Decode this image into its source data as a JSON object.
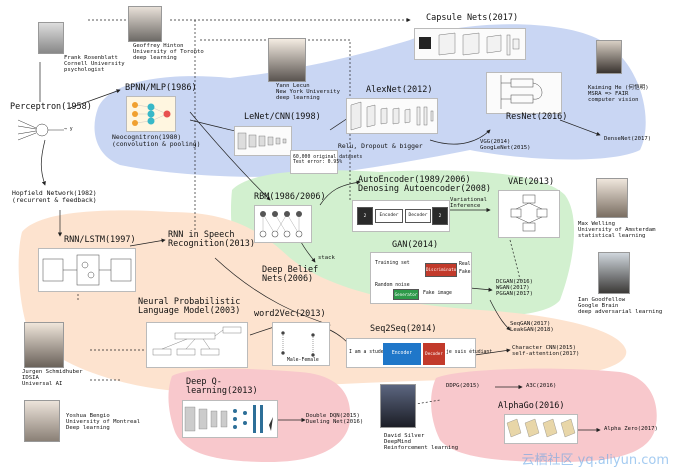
{
  "colors": {
    "blue_region": "#c9d6f3",
    "green_region": "#d2f0cf",
    "orange_region": "#fde3cf",
    "pink_region": "#f8c8cc",
    "encoder": "#1f77c9",
    "decoder": "#c23a2b"
  },
  "people": {
    "rosenblatt": "Frank Rosenblatt\nCornell University\npsychologist",
    "hinton": "Geoffrey Hinton\nUniversity of Toronto\ndeep learning",
    "lecun": "Yann Lecun\nNew York University\ndeep learning",
    "kaiming": "Kaiming He (何恺明)\nMSRA => FAIR\ncomputer vision",
    "welling": "Max Welling\nUniversity of Amsterdam\nstatistical learning",
    "goodfellow": "Ian Goodfellow\nGoogle Brain\ndeep adversarial learning",
    "schmidhuber": "Jurgen Schmidhuber\nIDSIA\nUniversal AI",
    "bengio": "Yoshua Bengio\nUniversity of Montreal\nDeep learning",
    "silver": "David Silver\nDeepMind\nReinforcement learning"
  },
  "nodes": {
    "perceptron": "Perceptron(1958)",
    "bpnn": "BPNN/MLP(1986)",
    "neocognitron": "Neocognitron(1980)\n(convolution & pooling)",
    "hopfield": "Hopfield Network(1982)\n(recurrent & feedback)",
    "lenet": "LeNet/CNN(1998)",
    "alexnet": "AlexNet(2012)",
    "relu_dropout": "Relu, Dropout & bigger",
    "capsule": "Capsule Nets(2017)",
    "resnet": "ResNet(2016)",
    "vgg": "VGG(2014)\nGoogLeNet(2015)",
    "densenet": "DenseNet(2017)",
    "rbm": "RBM(1986/2006)",
    "stack": "stack",
    "dbn": "Deep Belief\nNets(2006)",
    "autoencoder": "AutoEncoder(1989/2006)\nDenosing Autoencoder(2008)",
    "variational": "Variational\nInference",
    "vae": "VAE(2013)",
    "gan": "GAN(2014)",
    "gan_variants": "DCGAN(2016)\nWGAN(2017)\nPGGAN(2017)",
    "seqgan": "SeqGAN(2017)\nLeakGAN(2018)",
    "rnn_lstm": "RNN/LSTM(1997)",
    "rnn_speech": "RNN in Speech\nRecognition(2013)",
    "nplm": "Neural Probabilistic\nLanguage Model(2003)",
    "word2vec": "word2Vec(2013)",
    "seq2seq": "Seq2Seq(2014)",
    "char_cnn": "Character CNN(2015)\nself-attention(2017)",
    "deep_q": "Deep Q-\nlearning(2013)",
    "double_dqn": "Double DQN(2015)\nDueling Net(2016)",
    "ddpg": "DDPG(2015)",
    "a3c": "A3C(2016)",
    "alphago": "AlphaGo(2016)",
    "alpha_zero": "Alpha Zero(2017)"
  },
  "figure_text": {
    "perceptron_out": "→ y",
    "lenet_stats": "60,000 original datasets\nTest error: 0.95%",
    "ae_encoder": "Encoder",
    "ae_decoder": "Decoder",
    "gan_discriminator": "Discriminator",
    "gan_real": "Real",
    "gan_fake": "Fake",
    "gan_training_set": "Training set",
    "gan_generator": "Generator",
    "gan_random_noise": "Random noise",
    "gan_fake_image": "Fake image",
    "s2s_input": "I am a student",
    "s2s_encoder": "Encoder",
    "s2s_decoder": "Decoder",
    "s2s_output": "je suis étudiant",
    "w2v_note": "Male-Female"
  },
  "watermark": "云栖社区 yq.aliyun.com"
}
